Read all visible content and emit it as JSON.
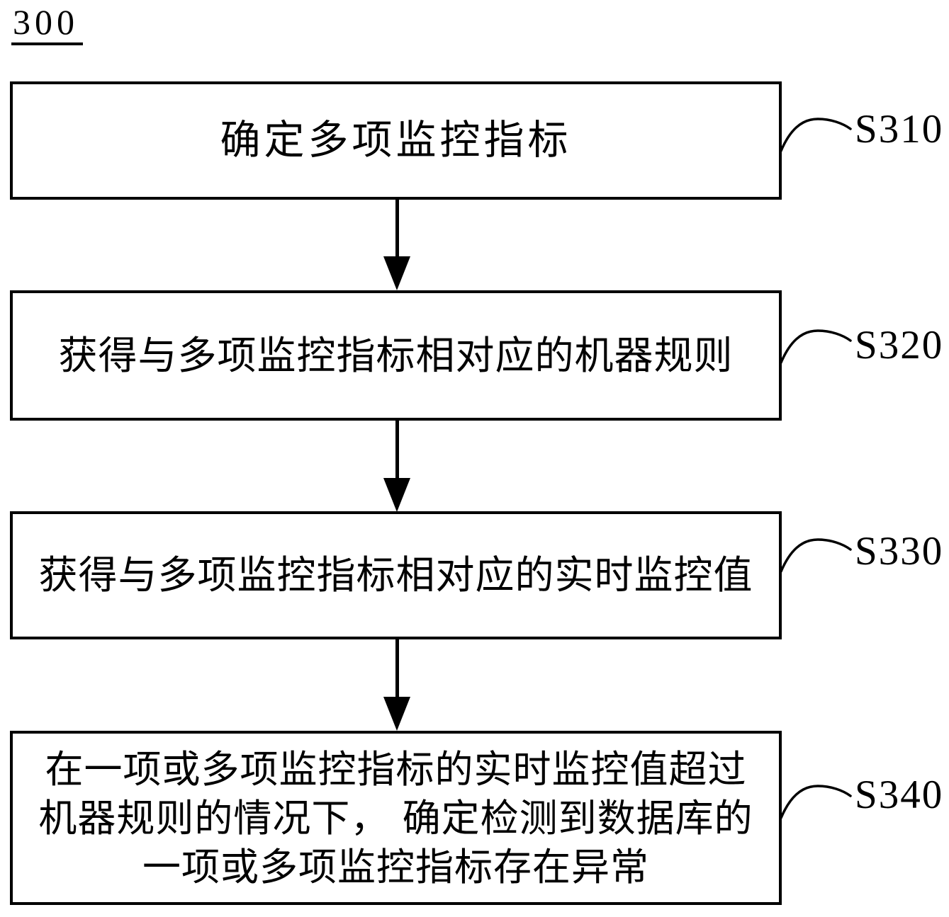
{
  "figure_label": "300",
  "ink_color": "#000000",
  "background_color": "#ffffff",
  "steps": [
    {
      "id": "S310",
      "text": "确定多项监控指标",
      "lines": [
        "确定多项监控指标"
      ]
    },
    {
      "id": "S320",
      "text": "获得与多项监控指标相对应的机器规则",
      "lines": [
        "获得与多项监控指标相对应的机器规则"
      ]
    },
    {
      "id": "S330",
      "text": "获得与多项监控指标相对应的实时监控值",
      "lines": [
        "获得与多项监控指标相对应的实时监控值"
      ]
    },
    {
      "id": "S340",
      "text": "在一项或多项监控指标的实时监控值超过机器规则的情况下，确定检测到数据库的一项或多项监控指标存在异常",
      "lines": [
        "在一项或多项监控指标的实时监控值超过",
        "机器规则的情况下， 确定检测到数据库的",
        "一项或多项监控指标存在异常"
      ]
    }
  ],
  "connectors": [
    {
      "from": "S310",
      "to": "S320",
      "type": "arrow-down"
    },
    {
      "from": "S320",
      "to": "S330",
      "type": "arrow-down"
    },
    {
      "from": "S330",
      "to": "S340",
      "type": "arrow-down"
    }
  ]
}
